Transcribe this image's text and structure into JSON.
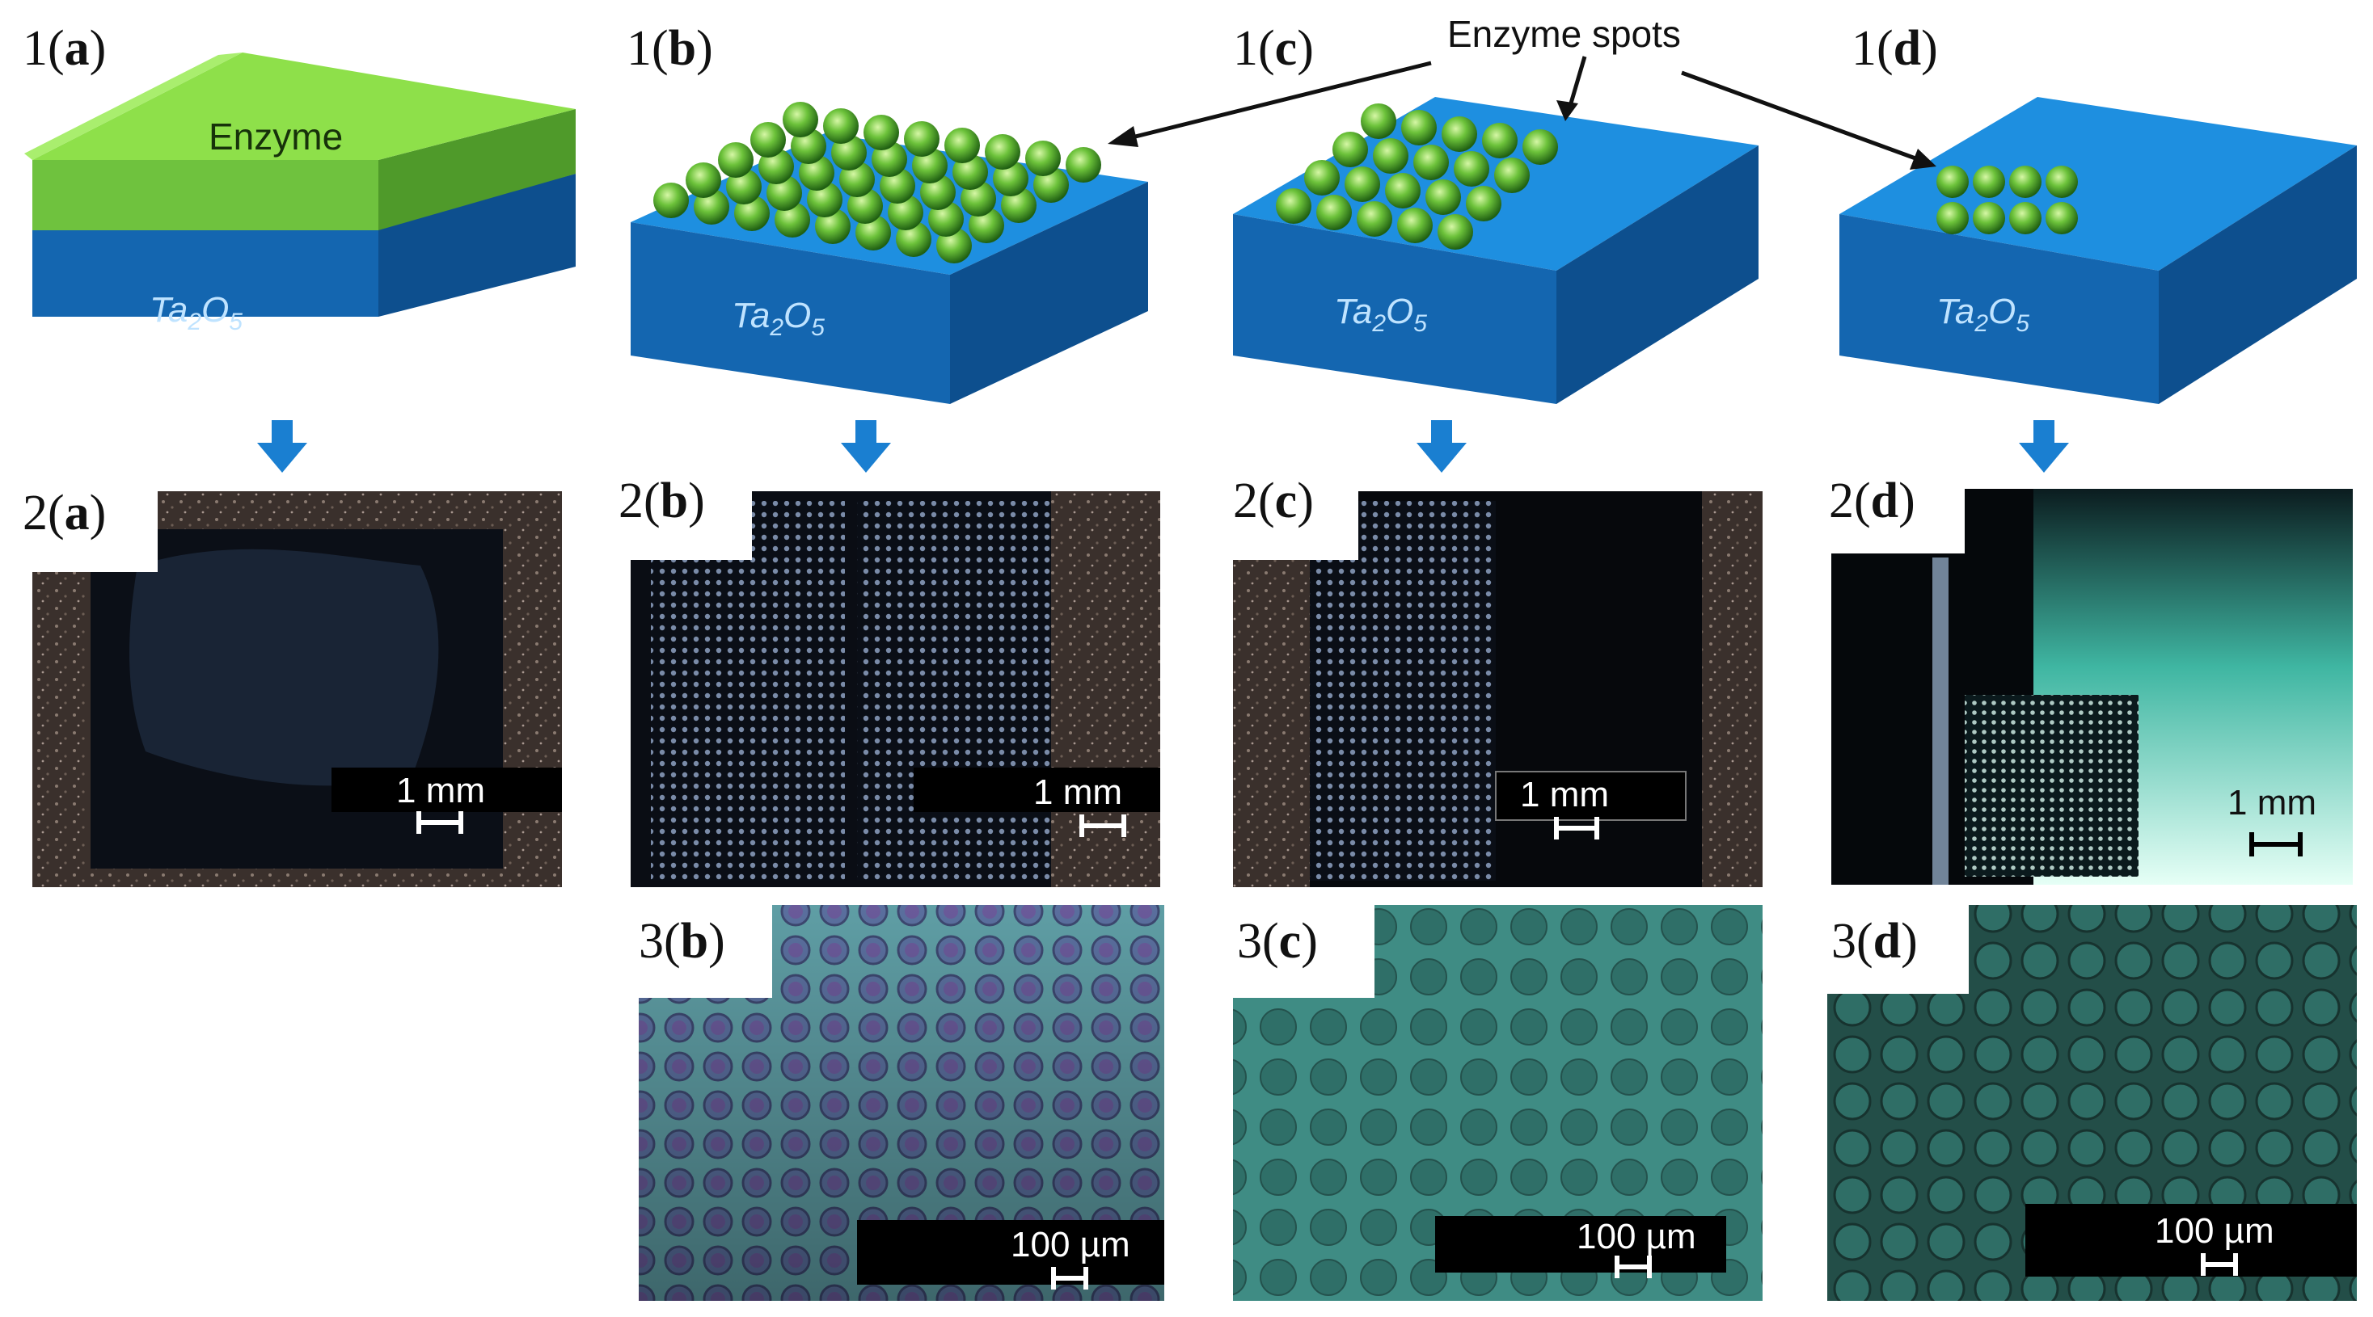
{
  "title": "",
  "annotation": {
    "enzyme_spots": "Enzyme spots"
  },
  "schematics": [
    {
      "id": "1a",
      "num": "1(",
      "letter": "a",
      "close": ")",
      "substrate": "Ta",
      "sub1": "2",
      "mid": "O",
      "sub2": "5",
      "layer_label": "Enzyme",
      "spot_cols": 0,
      "spot_rows": 0
    },
    {
      "id": "1b",
      "num": "1(",
      "letter": "b",
      "close": ")",
      "substrate": "Ta",
      "sub1": "2",
      "mid": "O",
      "sub2": "5",
      "spot_cols": 8,
      "spot_rows": 5
    },
    {
      "id": "1c",
      "num": "1(",
      "letter": "c",
      "close": ")",
      "substrate": "Ta",
      "sub1": "2",
      "mid": "O",
      "sub2": "5",
      "spot_cols": 5,
      "spot_rows": 4
    },
    {
      "id": "1d",
      "num": "1(",
      "letter": "d",
      "close": ")",
      "substrate": "Ta",
      "sub1": "2",
      "mid": "O",
      "sub2": "5",
      "spot_cols": 4,
      "spot_rows": 2
    }
  ],
  "micrographs": [
    {
      "id": "2a",
      "num": "2(",
      "letter": "a",
      "close": ")",
      "scale": "1 mm"
    },
    {
      "id": "2b",
      "num": "2(",
      "letter": "b",
      "close": ")",
      "scale": "1 mm"
    },
    {
      "id": "2c",
      "num": "2(",
      "letter": "c",
      "close": ")",
      "scale": "1 mm"
    },
    {
      "id": "2d",
      "num": "2(",
      "letter": "d",
      "close": ")",
      "scale": "1 mm"
    }
  ],
  "closeups": [
    {
      "id": "3b",
      "num": "3(",
      "letter": "b",
      "close": ")",
      "scale": "100 µm"
    },
    {
      "id": "3c",
      "num": "3(",
      "letter": "c",
      "close": ")",
      "scale": "100 µm"
    },
    {
      "id": "3d",
      "num": "3(",
      "letter": "d",
      "close": ")",
      "scale": "100 µm"
    }
  ],
  "colors": {
    "substrate_top": "#1e8fe0",
    "substrate_front": "#1466b0",
    "substrate_side": "#0d4f8e",
    "enzyme": "#8ee04a",
    "arrow": "#1a7fd1"
  }
}
